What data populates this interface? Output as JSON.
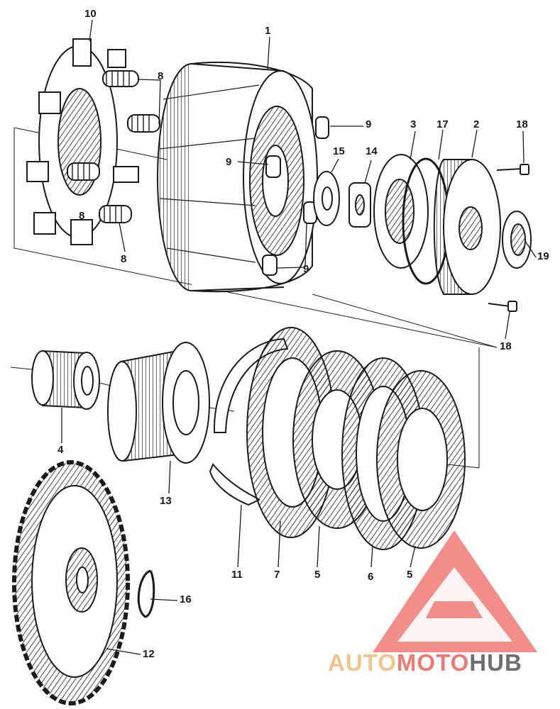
{
  "callouts": {
    "c1": "1",
    "c2": "2",
    "c3": "3",
    "c4": "4",
    "c5a": "5",
    "c5b": "5",
    "c6": "6",
    "c7": "7",
    "c8a": "8",
    "c8b": "8",
    "c8c": "8",
    "c9a": "9",
    "c9b": "9",
    "c9c": "9",
    "c10": "10",
    "c11": "11",
    "c12": "12",
    "c13": "13",
    "c14": "14",
    "c15": "15",
    "c16": "16",
    "c17": "17",
    "c18a": "18",
    "c18b": "18",
    "c19": "19"
  },
  "watermark": {
    "part1": "AUTO",
    "part2": "MOTO",
    "part3": "HUB",
    "colors": {
      "auto": "#f2c38a",
      "moto": "#ef7a75",
      "hub": "#6f6f6f"
    }
  },
  "line_color": "#1a1a1a"
}
